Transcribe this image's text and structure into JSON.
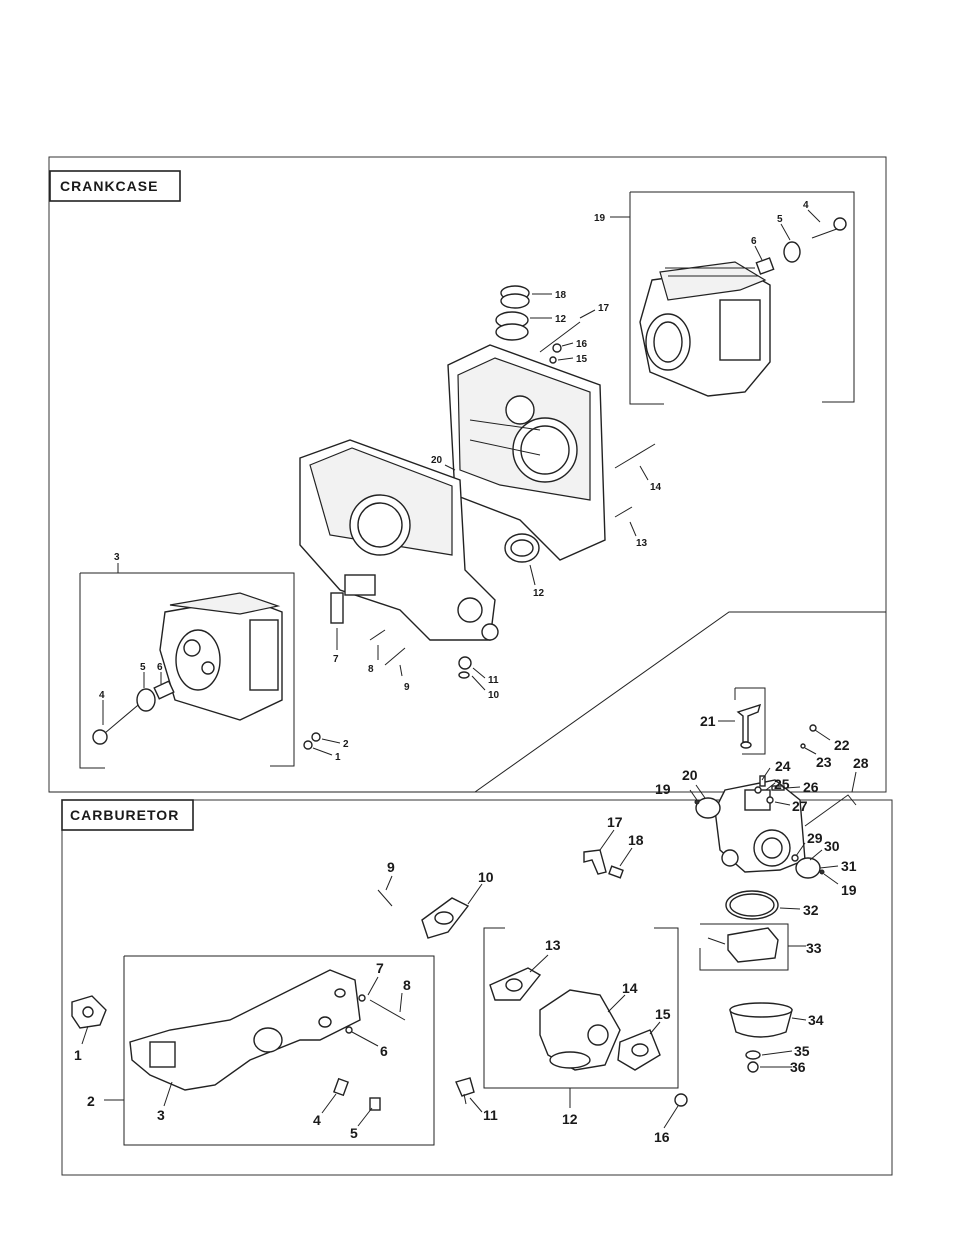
{
  "sections": {
    "crankcase": {
      "title": "CRANKCASE"
    },
    "carburetor": {
      "title": "CARBURETOR"
    }
  },
  "crankcase_callouts": [
    "19",
    "4",
    "5",
    "6",
    "18",
    "12",
    "17",
    "16",
    "15",
    "20",
    "14",
    "13",
    "12",
    "3",
    "5",
    "6",
    "4",
    "7",
    "8",
    "9",
    "11",
    "10",
    "2",
    "1"
  ],
  "carburetor_callouts": [
    "21",
    "22",
    "23",
    "24",
    "25",
    "26",
    "27",
    "28",
    "19",
    "20",
    "17",
    "18",
    "29",
    "30",
    "31",
    "19",
    "9",
    "10",
    "32",
    "33",
    "13",
    "14",
    "7",
    "8",
    "1",
    "6",
    "15",
    "34",
    "35",
    "36",
    "2",
    "3",
    "4",
    "5",
    "11",
    "12",
    "16"
  ]
}
